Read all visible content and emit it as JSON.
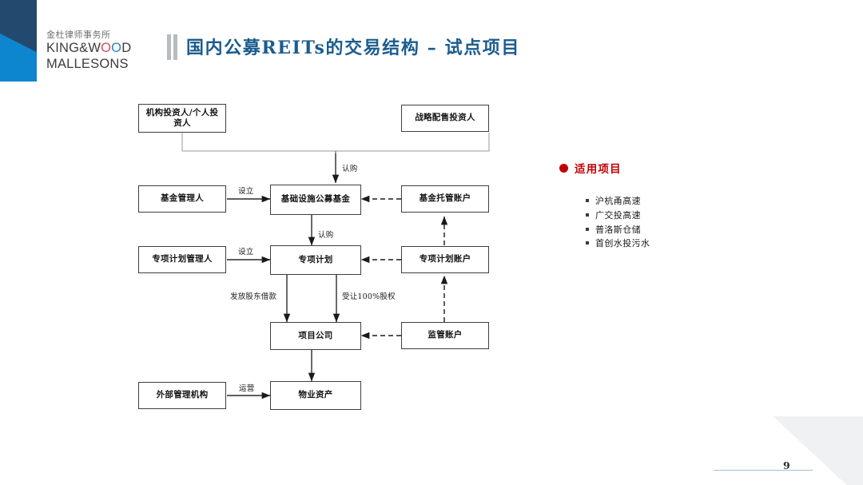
{
  "brand": {
    "cn_name": "金杜律师事务所",
    "en_line1_a": "KING&W",
    "en_line1_o1": "O",
    "en_line1_o2": "O",
    "en_line1_b": "D",
    "en_line2": "MALLESONS"
  },
  "header": {
    "title": "国内公募REITs的交易结构 – 试点项目"
  },
  "diagram": {
    "nodes": {
      "institutional_investors": "机构投资人/个人投资人",
      "strategic_investors": "战略配售投资人",
      "fund_manager": "基金管理人",
      "infrastructure_public_fund": "基础设施公募基金",
      "fund_custody_account": "基金托管账户",
      "special_plan_manager": "专项计划管理人",
      "special_plan": "专项计划",
      "special_plan_account": "专项计划账户",
      "project_company": "项目公司",
      "supervision_account": "监管账户",
      "external_manager": "外部管理机构",
      "property_assets": "物业资产"
    },
    "edge_labels": {
      "subscribe_top": "认购",
      "subscribe_mid": "认购",
      "establish_fund": "设立",
      "establish_plan": "设立",
      "shareholder_loan": "发放股东借款",
      "equity_transfer": "受让100%股权",
      "operate": "运营"
    }
  },
  "panel": {
    "heading": "适用项目",
    "items": [
      "沪杭甬高速",
      "广交投高速",
      "普洛斯仓储",
      "首创水投污水"
    ]
  },
  "footer": {
    "page_number": "9"
  },
  "colors": {
    "brand_light_blue": "#0d86cf",
    "brand_navy": "#234a6e",
    "title_blue": "#1b5c8e",
    "accent_red": "#c00000",
    "rule_blue": "#9cc3dd"
  }
}
